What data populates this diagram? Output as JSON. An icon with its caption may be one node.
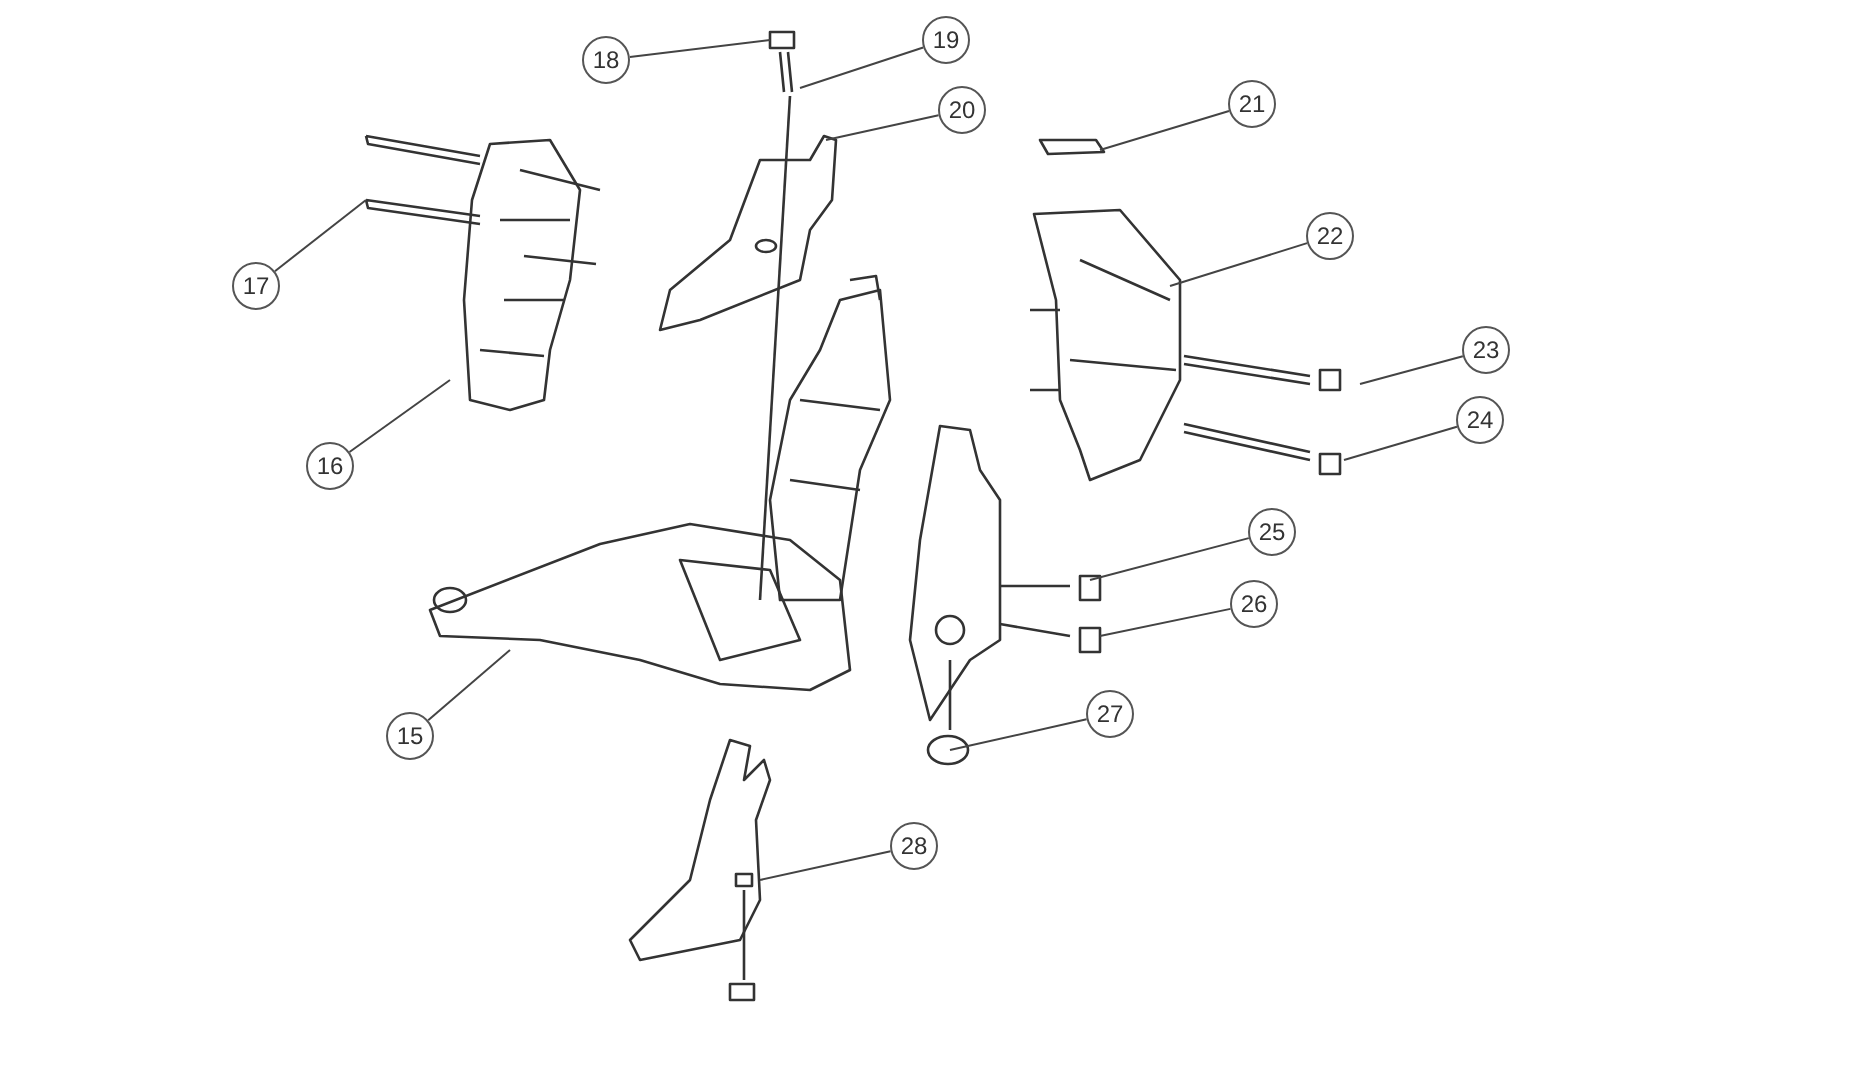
{
  "diagram": {
    "nodes": [
      {
        "text": [
          "15"
        ]
      },
      {
        "text": [
          "16"
        ]
      },
      {
        "text": [
          "17"
        ]
      },
      {
        "text": [
          "18"
        ]
      },
      {
        "text": [
          "19"
        ]
      },
      {
        "text": [
          "20"
        ]
      },
      {
        "text": [
          "21"
        ]
      },
      {
        "text": [
          "22"
        ]
      },
      {
        "text": [
          "23"
        ]
      },
      {
        "text": [
          "24"
        ]
      },
      {
        "text": [
          "25"
        ]
      },
      {
        "text": [
          "26"
        ]
      },
      {
        "text": [
          "27"
        ]
      },
      {
        "text": [
          "28"
        ]
      }
    ],
    "edges": [
      {
        "from": 0,
        "to": null,
        "arrow": "none"
      },
      {
        "from": 1,
        "to": null,
        "arrow": "none"
      },
      {
        "from": 2,
        "to": null,
        "arrow": "none"
      },
      {
        "from": 3,
        "to": null,
        "arrow": "none"
      },
      {
        "from": 4,
        "to": null,
        "arrow": "none"
      },
      {
        "from": 5,
        "to": null,
        "arrow": "none"
      },
      {
        "from": 6,
        "to": null,
        "arrow": "none"
      },
      {
        "from": 7,
        "to": null,
        "arrow": "none"
      },
      {
        "from": 8,
        "to": null,
        "arrow": "none"
      },
      {
        "from": 9,
        "to": null,
        "arrow": "none"
      },
      {
        "from": 10,
        "to": null,
        "arrow": "none"
      },
      {
        "from": 11,
        "to": null,
        "arrow": "none"
      },
      {
        "from": 12,
        "to": null,
        "arrow": "none"
      },
      {
        "from": 13,
        "to": null,
        "arrow": "none"
      }
    ]
  }
}
